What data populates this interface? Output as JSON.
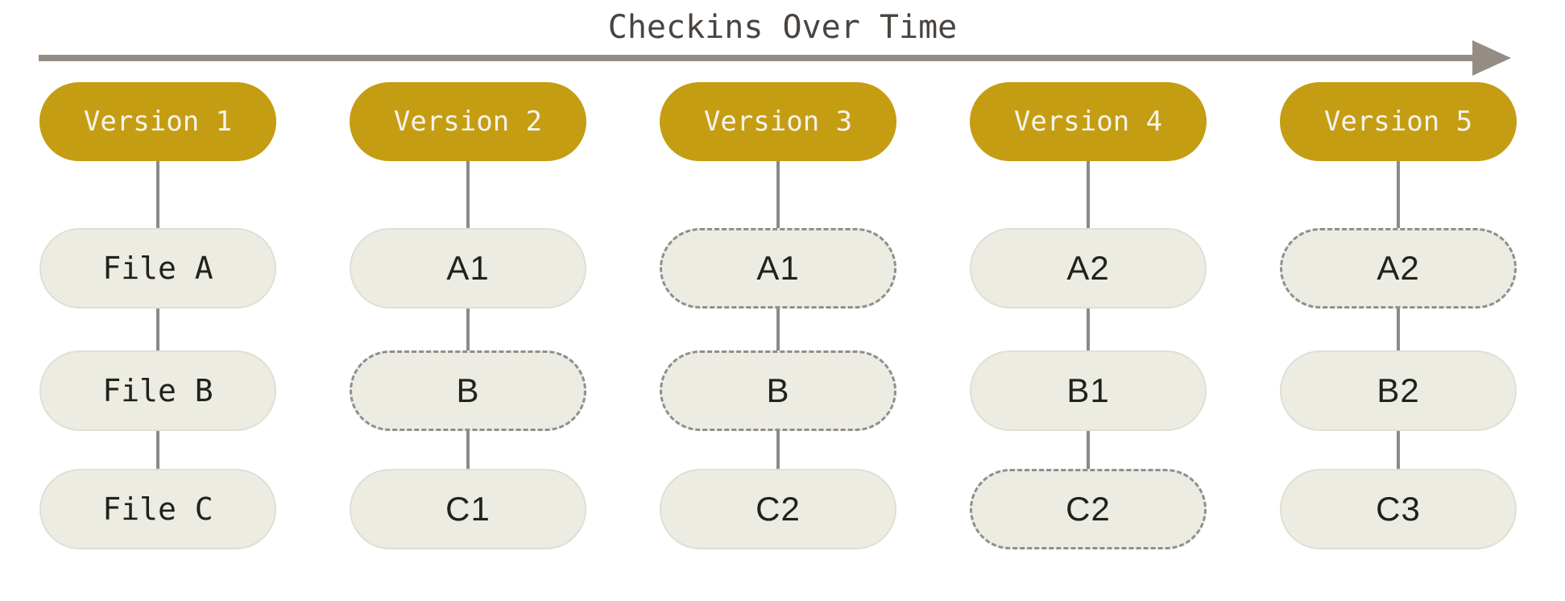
{
  "title": "Checkins Over Time",
  "arrow": {
    "icon": "right-arrow",
    "color": "#958d84"
  },
  "colors": {
    "version_pill": "#c59d13",
    "version_text": "#f6f3ec",
    "file_fill": "#edece2",
    "file_text": "#21211e",
    "dashed_border": "#8f8f8f",
    "connector": "#8a8a8a",
    "title_text": "#494440",
    "background": "#ffffff"
  },
  "columns": [
    {
      "version": "Version 1",
      "files": [
        {
          "label": "File A",
          "variant": "solid"
        },
        {
          "label": "File B",
          "variant": "solid"
        },
        {
          "label": "File C",
          "variant": "solid"
        }
      ]
    },
    {
      "version": "Version 2",
      "files": [
        {
          "label": "A1",
          "variant": "solid"
        },
        {
          "label": "B",
          "variant": "dashed"
        },
        {
          "label": "C1",
          "variant": "solid"
        }
      ]
    },
    {
      "version": "Version 3",
      "files": [
        {
          "label": "A1",
          "variant": "dashed"
        },
        {
          "label": "B",
          "variant": "dashed"
        },
        {
          "label": "C2",
          "variant": "solid"
        }
      ]
    },
    {
      "version": "Version 4",
      "files": [
        {
          "label": "A2",
          "variant": "solid"
        },
        {
          "label": "B1",
          "variant": "solid"
        },
        {
          "label": "C2",
          "variant": "dashed"
        }
      ]
    },
    {
      "version": "Version 5",
      "files": [
        {
          "label": "A2",
          "variant": "dashed"
        },
        {
          "label": "B2",
          "variant": "solid"
        },
        {
          "label": "C3",
          "variant": "solid"
        }
      ]
    }
  ]
}
